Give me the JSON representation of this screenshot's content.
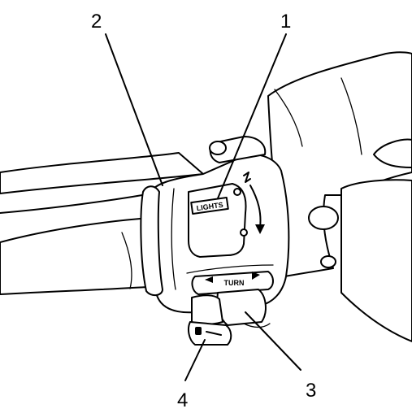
{
  "callouts": [
    {
      "number": "1"
    },
    {
      "number": "2"
    },
    {
      "number": "3"
    },
    {
      "number": "4"
    }
  ],
  "switch_labels": {
    "lights": "LIGHTS",
    "turn": "TURN"
  }
}
